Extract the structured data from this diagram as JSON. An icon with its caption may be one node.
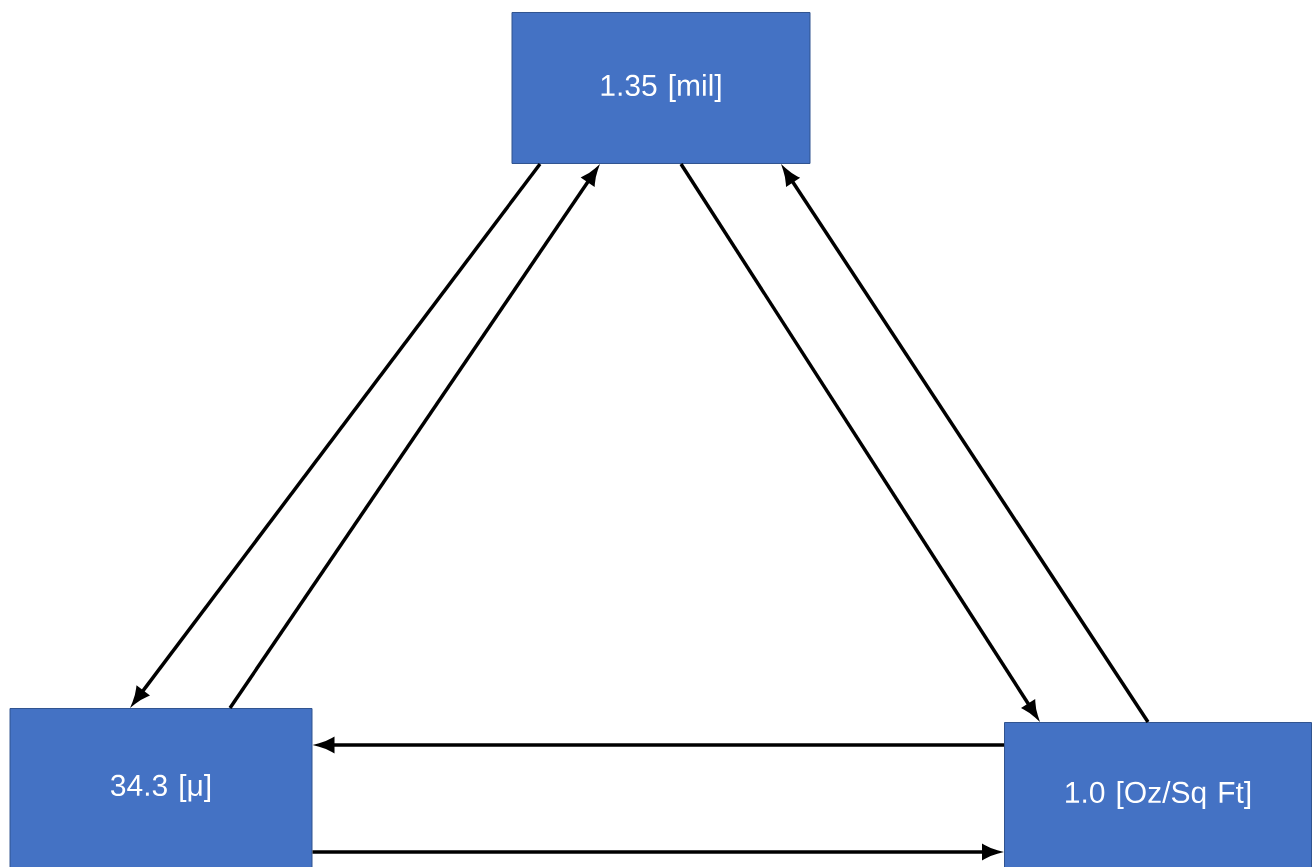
{
  "diagram": {
    "nodes": [
      {
        "text": [
          "1.35 [mil]"
        ]
      },
      {
        "text": [
          "34.3 [μ]"
        ]
      },
      {
        "text": [
          "1.0 [Oz/Sq Ft]"
        ]
      }
    ],
    "edges": [
      {
        "from": 0,
        "to": 1,
        "arrow": "to"
      },
      {
        "from": 1,
        "to": 0,
        "arrow": "to"
      },
      {
        "from": 0,
        "to": 2,
        "arrow": "to"
      },
      {
        "from": 2,
        "to": 0,
        "arrow": "to"
      },
      {
        "from": 2,
        "to": 1,
        "arrow": "to"
      },
      {
        "from": 1,
        "to": 2,
        "arrow": "to"
      }
    ]
  }
}
